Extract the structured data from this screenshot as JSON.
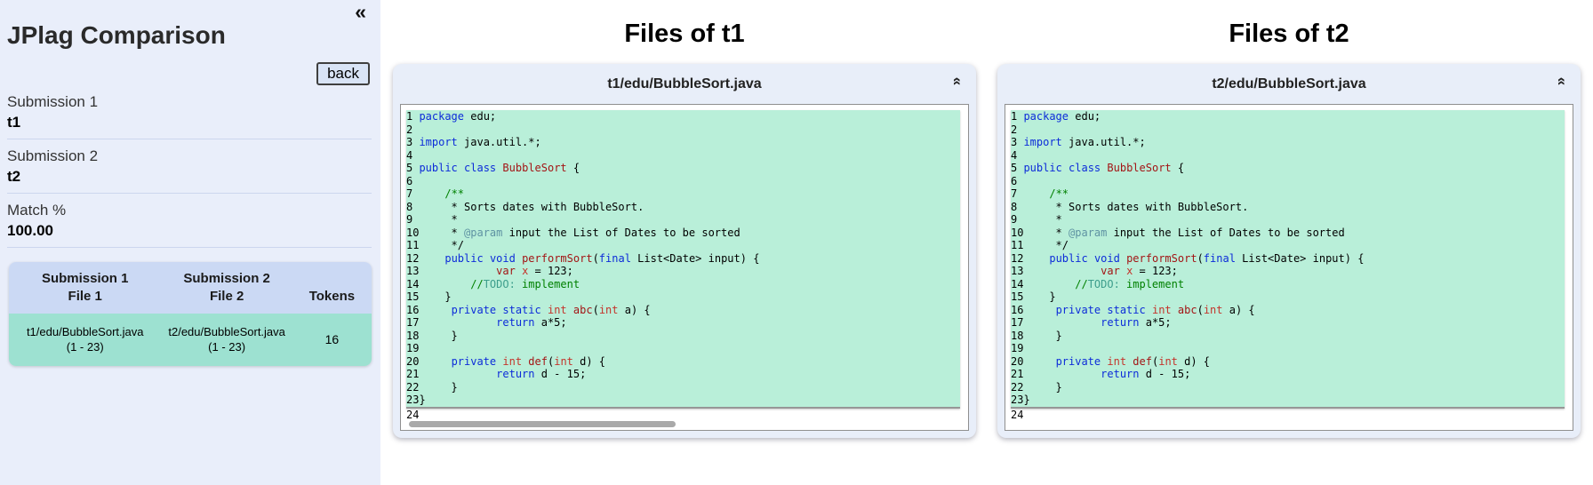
{
  "sidebar": {
    "collapse_icon": "«",
    "title": "JPlag Comparison",
    "back_label": "back",
    "fields": [
      {
        "label": "Submission 1",
        "value": "t1"
      },
      {
        "label": "Submission 2",
        "value": "t2"
      },
      {
        "label": "Match %",
        "value": "100.00"
      }
    ],
    "table": {
      "headers": [
        [
          "Submission 1",
          "File 1"
        ],
        [
          "Submission 2",
          "File 2"
        ],
        [
          "Tokens"
        ]
      ],
      "rows": [
        {
          "file1": [
            "t1/edu/BubbleSort.java",
            "(1 - 23)"
          ],
          "file2": [
            "t2/edu/BubbleSort.java",
            "(1 - 23)"
          ],
          "tokens": "16"
        }
      ]
    }
  },
  "panels": [
    {
      "heading": "Files of t1",
      "file": "t1/edu/BubbleSort.java",
      "collapse_icon": "«"
    },
    {
      "heading": "Files of t2",
      "file": "t2/edu/BubbleSort.java",
      "collapse_icon": "«"
    }
  ],
  "code": {
    "match_range": [
      1,
      23
    ],
    "last_line_number": 24,
    "lines": [
      {
        "n": 1,
        "segs": [
          [
            "k",
            "package"
          ],
          [
            "p",
            " edu;"
          ]
        ]
      },
      {
        "n": 2,
        "segs": []
      },
      {
        "n": 3,
        "segs": [
          [
            "k",
            "import"
          ],
          [
            "p",
            " java.util.*;"
          ]
        ]
      },
      {
        "n": 4,
        "segs": []
      },
      {
        "n": 5,
        "segs": [
          [
            "k",
            "public"
          ],
          [
            "p",
            " "
          ],
          [
            "k",
            "class"
          ],
          [
            "p",
            " "
          ],
          [
            "t",
            "BubbleSort"
          ],
          [
            "p",
            " {"
          ]
        ]
      },
      {
        "n": 6,
        "segs": []
      },
      {
        "n": 7,
        "segs": [
          [
            "p",
            "    "
          ],
          [
            "c",
            "/**"
          ]
        ]
      },
      {
        "n": 8,
        "segs": [
          [
            "p",
            "     * Sorts dates with BubbleSort."
          ]
        ]
      },
      {
        "n": 9,
        "segs": [
          [
            "p",
            "     *"
          ]
        ]
      },
      {
        "n": 10,
        "segs": [
          [
            "p",
            "     * "
          ],
          [
            "m",
            "@param"
          ],
          [
            "p",
            " input the List of Dates to be sorted"
          ]
        ]
      },
      {
        "n": 11,
        "segs": [
          [
            "p",
            "     */"
          ]
        ]
      },
      {
        "n": 12,
        "segs": [
          [
            "p",
            "    "
          ],
          [
            "k",
            "public"
          ],
          [
            "p",
            " "
          ],
          [
            "k",
            "void"
          ],
          [
            "p",
            " "
          ],
          [
            "t",
            "performSort"
          ],
          [
            "p",
            "("
          ],
          [
            "k",
            "final"
          ],
          [
            "p",
            " List<Date> input) {"
          ]
        ]
      },
      {
        "n": 13,
        "segs": [
          [
            "p",
            "            "
          ],
          [
            "t",
            "var"
          ],
          [
            "p",
            " "
          ],
          [
            "y",
            "x"
          ],
          [
            "p",
            " = 123;"
          ]
        ]
      },
      {
        "n": 14,
        "segs": [
          [
            "p",
            "        "
          ],
          [
            "c",
            "//"
          ],
          [
            "d",
            "TODO:"
          ],
          [
            "c",
            " implement"
          ]
        ]
      },
      {
        "n": 15,
        "segs": [
          [
            "p",
            "    }"
          ]
        ]
      },
      {
        "n": 16,
        "segs": [
          [
            "p",
            "     "
          ],
          [
            "k",
            "private"
          ],
          [
            "p",
            " "
          ],
          [
            "k",
            "static"
          ],
          [
            "p",
            " "
          ],
          [
            "y",
            "int"
          ],
          [
            "p",
            " "
          ],
          [
            "t",
            "abc"
          ],
          [
            "p",
            "("
          ],
          [
            "y",
            "int"
          ],
          [
            "p",
            " a) {"
          ]
        ]
      },
      {
        "n": 17,
        "segs": [
          [
            "p",
            "            "
          ],
          [
            "k",
            "return"
          ],
          [
            "p",
            " a*5;"
          ]
        ]
      },
      {
        "n": 18,
        "segs": [
          [
            "p",
            "     }"
          ]
        ]
      },
      {
        "n": 19,
        "segs": []
      },
      {
        "n": 20,
        "segs": [
          [
            "p",
            "     "
          ],
          [
            "k",
            "private"
          ],
          [
            "p",
            " "
          ],
          [
            "y",
            "int"
          ],
          [
            "p",
            " "
          ],
          [
            "t",
            "def"
          ],
          [
            "p",
            "("
          ],
          [
            "y",
            "int"
          ],
          [
            "p",
            " d) {"
          ]
        ]
      },
      {
        "n": 21,
        "segs": [
          [
            "p",
            "            "
          ],
          [
            "k",
            "return"
          ],
          [
            "p",
            " d - 15;"
          ]
        ]
      },
      {
        "n": 22,
        "segs": [
          [
            "p",
            "     }"
          ]
        ]
      },
      {
        "n": 23,
        "segs": [
          [
            "p",
            "}"
          ]
        ]
      },
      {
        "n": 24,
        "segs": []
      }
    ]
  },
  "colors": {
    "p": "#000000",
    "k": "#0d2cd9",
    "t": "#a31515",
    "y": "#c4342b",
    "c": "#008000",
    "m": "#5f93a3",
    "d": "#3d9e8c",
    "match_highlight": "#b9efd9",
    "table_match_row": "#9de1d1",
    "table_header_bg": "#cbd9f4",
    "panel_bg": "#e8eef9",
    "sidebar_bg": "#e9eefa"
  }
}
